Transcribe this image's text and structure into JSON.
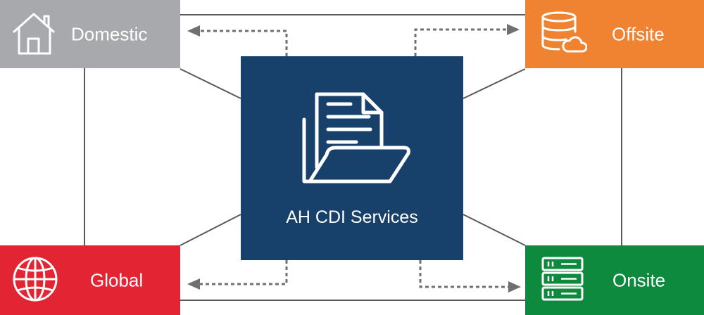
{
  "center": {
    "label": "AH CDI Services",
    "color": "#17406a",
    "icon": "document-folder-icon"
  },
  "nodes": {
    "domestic": {
      "label": "Domestic",
      "color": "#a7a9ac",
      "icon": "house-icon"
    },
    "offsite": {
      "label": "Offsite",
      "color": "#f08331",
      "icon": "database-cloud-icon"
    },
    "global": {
      "label": "Global",
      "color": "#e32432",
      "icon": "globe-icon"
    },
    "onsite": {
      "label": "Onsite",
      "color": "#0d8a3e",
      "icon": "server-rack-icon"
    }
  },
  "connector_color": "#595959",
  "arrow_color": "#707070"
}
